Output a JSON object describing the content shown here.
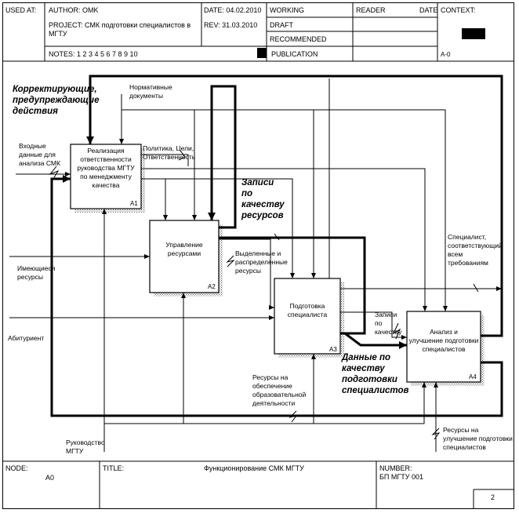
{
  "header": {
    "used_at": "USED AT:",
    "author": "AUTHOR:  OMK",
    "project_line1": "PROJECT:   СМК подготовки специалистов в",
    "project_line2": "МГТУ",
    "date": "DATE:  04.02.2010",
    "rev": "REV:   31.03.2010",
    "notes": "NOTES:  1  2  3  4  5  6  7  8  9  10",
    "status": [
      "WORKING",
      "DRAFT",
      "RECOMMENDED",
      "PUBLICATION"
    ],
    "reader": "READER",
    "reader_date": "DATE",
    "context": "CONTEXT:",
    "context_node": "A-0"
  },
  "boxes": [
    {
      "id": "A1",
      "lines": [
        "Реализация",
        "ответственности",
        "руководства МГТУ",
        "по менеджменту",
        "качества"
      ]
    },
    {
      "id": "A2",
      "lines": [
        "Управление",
        "ресурсами"
      ]
    },
    {
      "id": "A3",
      "lines": [
        "Подготовка",
        "специалиста"
      ]
    },
    {
      "id": "A4",
      "lines": [
        "Анализ и",
        "улучшение подготовки",
        "специалистов"
      ]
    }
  ],
  "labels": {
    "corrective": [
      "Корректирующие,",
      "предупреждающие",
      "действия"
    ],
    "normative": [
      "Нормативные",
      "документы"
    ],
    "input_data": [
      "Входные",
      "данные для",
      "анализа СМК"
    ],
    "policy": [
      "Политика, Цели,",
      "Ответственность"
    ],
    "records": [
      "Записи",
      "по",
      "качеству",
      "ресурсов"
    ],
    "available": [
      "Имеющиеся",
      "ресурсы"
    ],
    "allocated": [
      "Выделенные и",
      "распределенные",
      "ресурсы"
    ],
    "specialist": [
      "Специалист,",
      "соответствующий",
      "всем",
      "требованиям"
    ],
    "applicant": "Абитуриент",
    "quality_records": [
      "Записи",
      "по",
      "качеству"
    ],
    "quality_data": [
      "Данные по",
      "качеству",
      "подготовки",
      "специалистов"
    ],
    "edu_resources": [
      "Ресурсы на",
      "обеспечение",
      "образовательной",
      "деятельности"
    ],
    "improve_resources": [
      "Ресурсы на",
      "улучшение подготовки",
      "специалистов"
    ],
    "management": [
      "Руководство",
      "МГТУ"
    ]
  },
  "footer": {
    "node_label": "NODE:",
    "node_value": "A0",
    "title_label": "TITLE:",
    "title_value": "Функционирование СМК МГТУ",
    "number_label": "NUMBER:",
    "number_value": "БП МГТУ 001",
    "page": "2"
  }
}
